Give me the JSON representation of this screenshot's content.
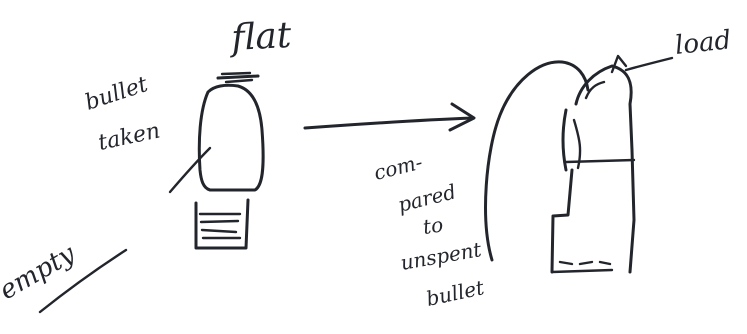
{
  "labels": {
    "top": "flat",
    "bullet_label_line1": "bullet",
    "bullet_label_line2": "taken",
    "empty": "empty",
    "load": "load",
    "arrow_line1": "com-",
    "arrow_line2": "pared",
    "arrow_line3": "to",
    "arrow_line4": "unspent",
    "arrow_line5": "bullet"
  },
  "colors": {
    "ink": "#22252c",
    "paper": "#ffffff"
  }
}
